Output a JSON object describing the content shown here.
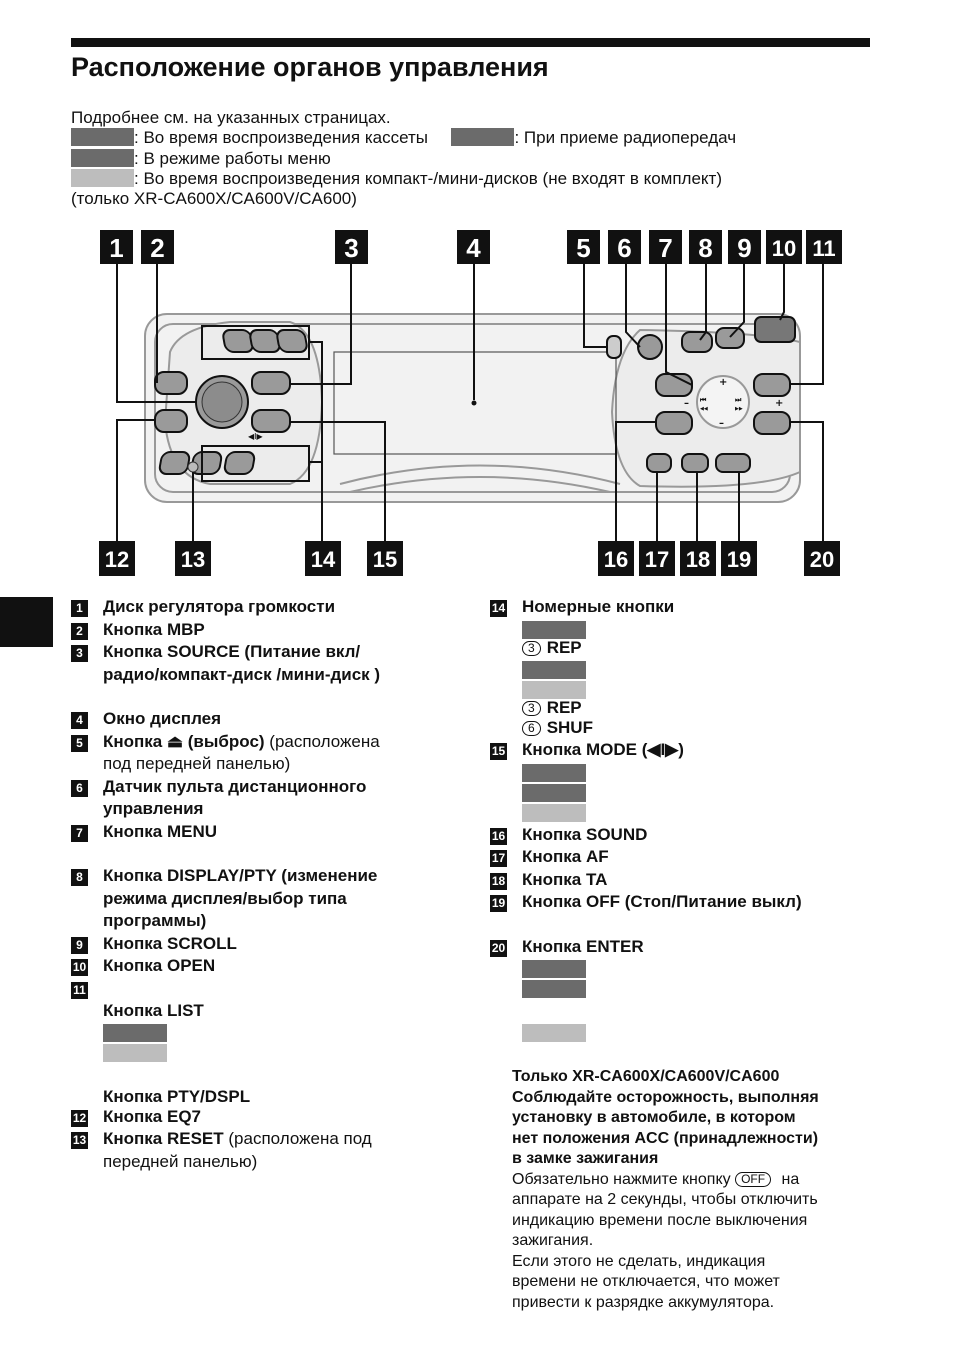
{
  "page": {
    "title": "Расположение органов управления",
    "intro_line1": "Подробнее см. на указанных страницах.",
    "legend_tape": ": Во время воспроизведения кассеты",
    "legend_radio": ": При приеме радиопередач",
    "legend_menu": ": В режиме работы меню",
    "legend_cd": ": Во время воспроизведения компакт-/мини-дисков (не входят в комплект)",
    "legend_cd_models": "(только XR-CA600X/CA600V/CA600)"
  },
  "diagram": {
    "callouts_top": [
      "1",
      "2",
      "3",
      "4",
      "5",
      "6",
      "7",
      "8",
      "9",
      "10",
      "11"
    ],
    "callouts_bottom": [
      "12",
      "13",
      "14",
      "15",
      "16",
      "17",
      "18",
      "19",
      "20"
    ],
    "pad_plus": "+",
    "pad_minus": "–",
    "pad_prev": "⏮",
    "pad_next": "⏭",
    "pad_rew": "◀◀",
    "pad_ff": "▶▶",
    "knob_mode": "◀I▶"
  },
  "items_left": [
    {
      "num": "1",
      "text": "Диск регулятора громкости"
    },
    {
      "num": "2",
      "text": "Кнопка MBP"
    },
    {
      "num": "3",
      "text": "Кнопка SOURCE (Питание вкл/"
    },
    {
      "num": "",
      "text": "радио/компакт-диск   /мини-диск   )"
    },
    {
      "num": "4",
      "text": "Окно дисплея"
    },
    {
      "num": "5",
      "text": "Кнопка ⏏ (выброс)",
      "note": " (расположена"
    },
    {
      "num": "",
      "note": "под передней панелью)"
    },
    {
      "num": "6",
      "text": "Датчик пульта дистанционного"
    },
    {
      "num": "",
      "text": "управления"
    },
    {
      "num": "7",
      "text": "Кнопка MENU"
    },
    {
      "num": "8",
      "text": "Кнопка DISPLAY/PTY (изменение"
    },
    {
      "num": "",
      "text": "режима дисплея/выбор типа"
    },
    {
      "num": "",
      "text": "программы)"
    },
    {
      "num": "9",
      "text": "Кнопка SCROLL"
    },
    {
      "num": "10",
      "text": "Кнопка OPEN"
    },
    {
      "num": "11",
      "text": ""
    },
    {
      "num": "",
      "text": "Кнопка LIST"
    },
    {
      "num": "",
      "text": "Кнопка PTY/DSPL"
    },
    {
      "num": "12",
      "text": "Кнопка EQ7"
    },
    {
      "num": "13",
      "text": "Кнопка RESET",
      "note": " (расположена под"
    },
    {
      "num": "",
      "note": "передней панелью)"
    }
  ],
  "items_right": {
    "i14": {
      "num": "14",
      "text": "Номерные кнопки"
    },
    "rep1_key": "3",
    "rep1": "REP",
    "rep2_key": "3",
    "rep2": "REP",
    "shuf_key": "6",
    "shuf": "SHUF",
    "i15": {
      "num": "15",
      "text": "Кнопка MODE (◀I▶)"
    },
    "i16": {
      "num": "16",
      "text": "Кнопка SOUND"
    },
    "i17": {
      "num": "17",
      "text": "Кнопка AF"
    },
    "i18": {
      "num": "18",
      "text": "Кнопка TA"
    },
    "i19": {
      "num": "19",
      "text": "Кнопка OFF (Стоп/Питание выкл)"
    },
    "i20": {
      "num": "20",
      "text": "Кнопка ENTER"
    }
  },
  "note": {
    "heading1": "Только XR-CA600X/CA600V/CA600",
    "heading2": "Соблюдайте осторожность, выполняя",
    "heading3": "установку в автомобиле, в котором",
    "heading4": "нет положения ACC (принадлежности)",
    "heading5": "в замке зажигания",
    "body1a": "Обязательно нажмите кнопку ",
    "off_key": "OFF",
    "body1b": " на",
    "body2": "аппарате на 2 секунды, чтобы отключить",
    "body3": "индикацию времени после выключения",
    "body4": "зажигания.",
    "body5": "Если этого не сделать, индикация",
    "body6": "времени не отключается, что может",
    "body7": "привести к разрядке аккумулятора."
  }
}
